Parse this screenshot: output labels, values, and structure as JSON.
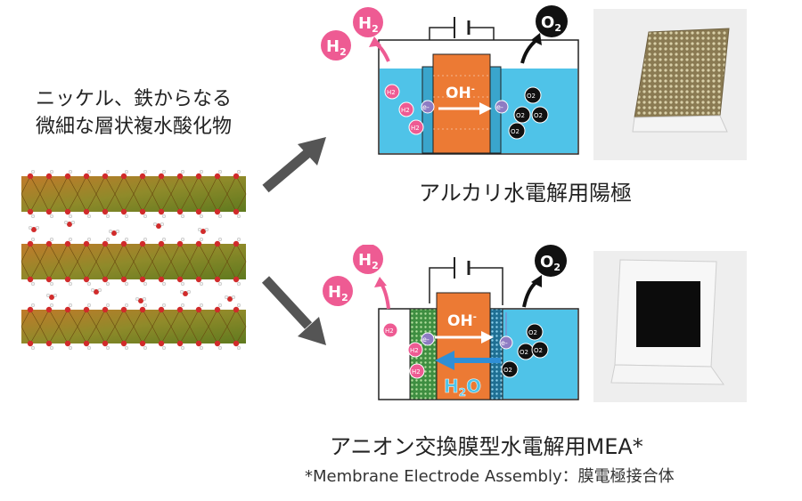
{
  "material": {
    "line1": "ニッケル、鉄からなる",
    "line2": "微細な層状複水酸化物"
  },
  "alkaline": {
    "caption": "アルカリ水電解用陽極",
    "h2_a": "H",
    "h2_b": "H",
    "o2": "O",
    "sub2": "2",
    "ion": "OH",
    "ion_charge": "-",
    "electron": "e-",
    "small_h2": "H2",
    "small_o2": "O2"
  },
  "aem": {
    "caption": "アニオン交換膜型水電解用MEA*",
    "footnote": "*Membrane Electrode Assembly：膜電極接合体",
    "h2_a": "H",
    "h2_b": "H",
    "o2": "O",
    "sub2": "2",
    "ion": "OH",
    "ion_charge": "-",
    "water": "H",
    "water_tail": "O",
    "electron": "e-",
    "small_h2": "H2",
    "small_o2": "O2"
  },
  "colors": {
    "electrolyte": "#4fc3e8",
    "anode_orange": "#ec7a34",
    "h2_pink": "#ee5b93",
    "o2_black": "#111111",
    "electron_purple": "#8e7cc3",
    "ion_arrow": "#ffffff",
    "water_arrow": "#2f8fd6",
    "mesh_green": "#3e8e41"
  }
}
